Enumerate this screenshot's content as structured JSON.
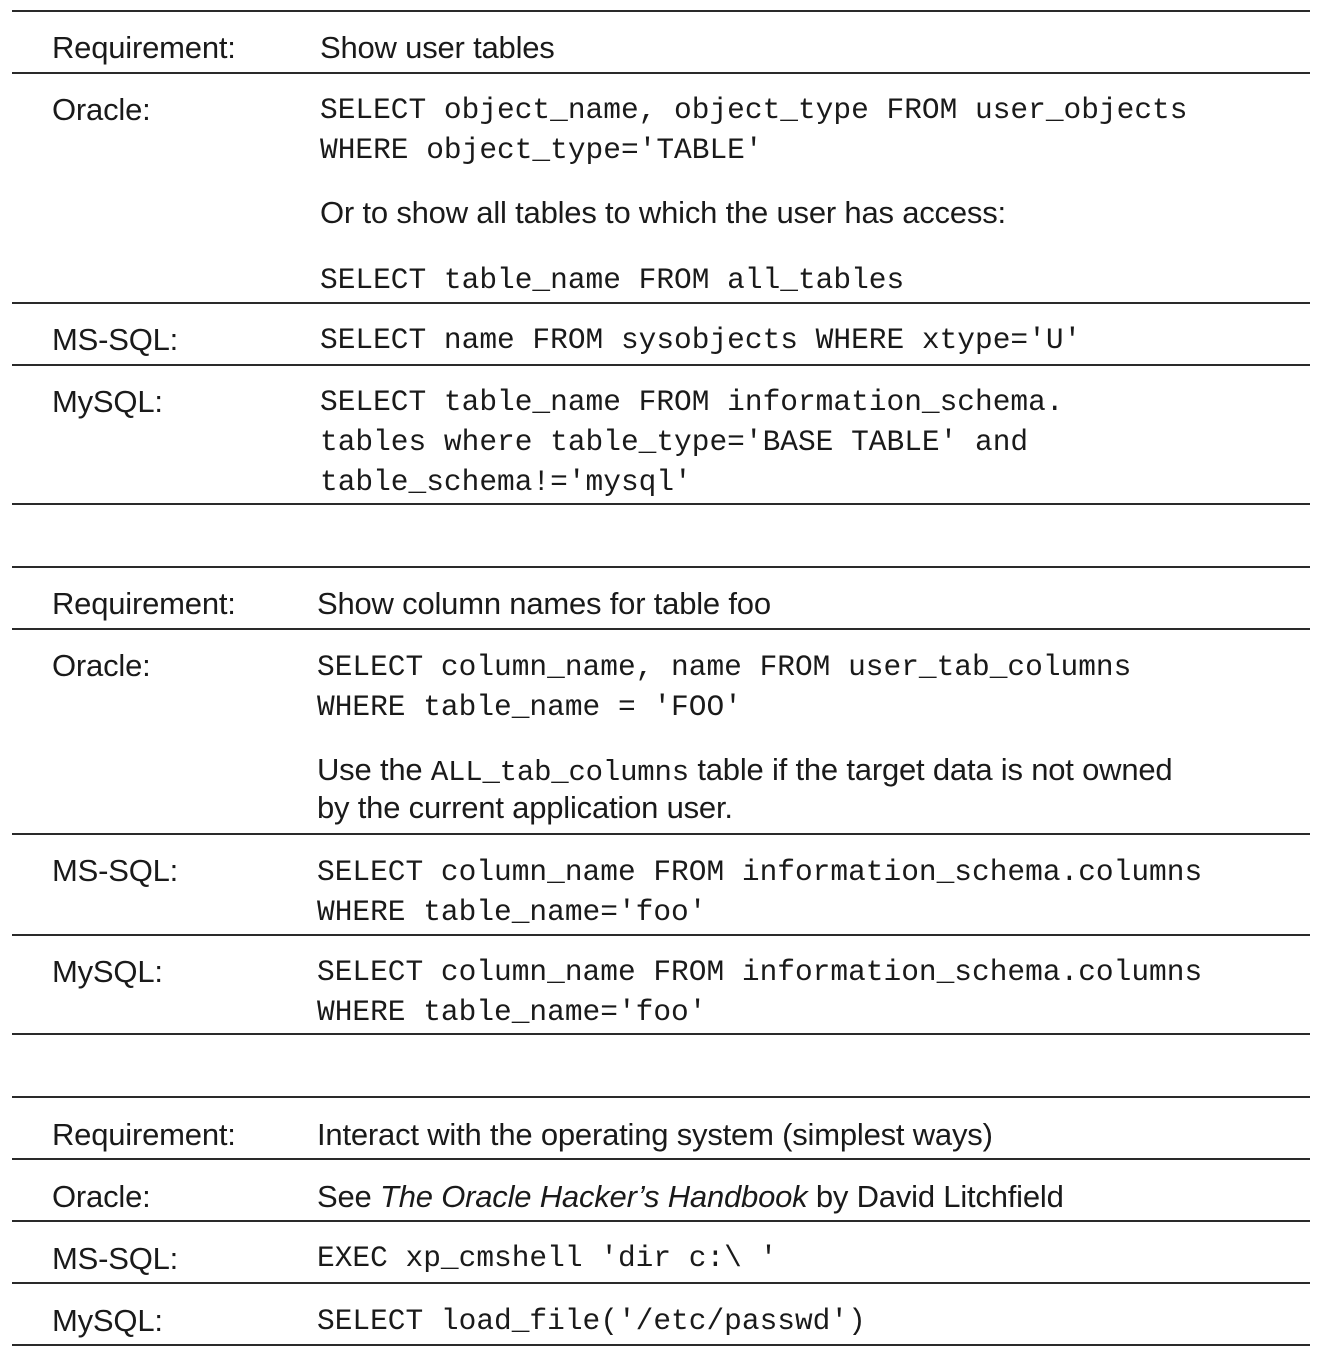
{
  "labels": {
    "requirement": "Requirement:",
    "oracle": "Oracle:",
    "mssql": "MS-SQL:",
    "mysql": "MySQL:"
  },
  "section1": {
    "requirement": "Show user tables",
    "oracle": {
      "code_line1": "SELECT object_name, object_type FROM user_objects",
      "code_line2": "WHERE object_type='TABLE'",
      "note": "Or to show all tables to which the user has access:",
      "code_line3": "SELECT table_name FROM all_tables"
    },
    "mssql": {
      "code_line1": "SELECT name FROM sysobjects WHERE xtype='U'"
    },
    "mysql": {
      "code_line1": "SELECT table_name FROM information_schema.",
      "code_line2": "tables where table_type='BASE TABLE' and",
      "code_line3": "table_schema!='mysql'"
    }
  },
  "section2": {
    "requirement": "Show column names for table foo",
    "oracle": {
      "code_line1": "SELECT column_name, name FROM user_tab_columns",
      "code_line2": "WHERE table_name = 'FOO'",
      "note_prefix": "Use the ",
      "note_code": "ALL_tab_columns",
      "note_suffix": " table if the target data is not owned",
      "note_line2": "by the current application user."
    },
    "mssql": {
      "code_line1": "SELECT column_name FROM information_schema.columns",
      "code_line2": "WHERE table_name='foo'"
    },
    "mysql": {
      "code_line1": "SELECT column_name FROM information_schema.columns",
      "code_line2": "WHERE table_name='foo'"
    }
  },
  "section3": {
    "requirement": "Interact with the operating system (simplest ways)",
    "oracle": {
      "note_prefix": "See ",
      "book_title": "The Oracle Hacker’s Handbook",
      "note_suffix": " by David Litchfield"
    },
    "mssql": {
      "code_line1": "EXEC xp_cmshell 'dir c:\\ '"
    },
    "mysql": {
      "code_line1": "SELECT load_file('/etc/passwd')"
    }
  }
}
